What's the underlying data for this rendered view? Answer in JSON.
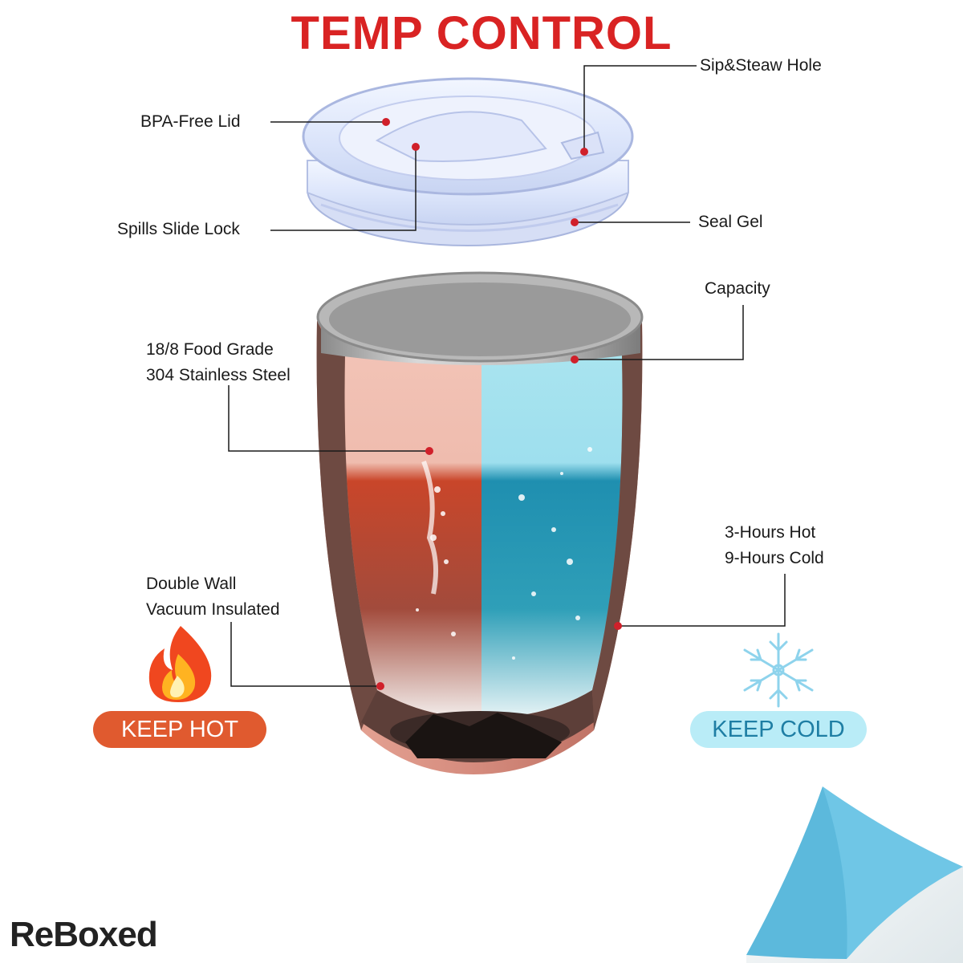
{
  "title": "TEMP CONTROL",
  "labels": {
    "sip_hole": "Sip&Steaw Hole",
    "lid": "BPA-Free Lid",
    "slide_lock": "Spills Slide Lock",
    "seal_gel": "Seal Gel",
    "capacity": "Capacity",
    "steel_line1": "18/8 Food Grade",
    "steel_line2": "304 Stainless Steel",
    "hours_line1": "3-Hours Hot",
    "hours_line2": "9-Hours Cold",
    "wall_line1": "Double Wall",
    "wall_line2": "Vacuum Insulated"
  },
  "badges": {
    "hot": "KEEP HOT",
    "cold": "KEEP COLD"
  },
  "brand": "ReBoxed",
  "colors": {
    "title": "#d92323",
    "callout_dot": "#d0202a",
    "hot_badge": "#e05a2f",
    "cold_badge": "#b9ecf7",
    "cold_badge_text": "#1e7ea4",
    "tumbler_body": "#d98f82",
    "hot_liquid": "#c8452a",
    "cold_liquid": "#2fa6c4"
  },
  "icons": [
    "flame-icon",
    "snowflake-icon",
    "page-curl-icon"
  ]
}
